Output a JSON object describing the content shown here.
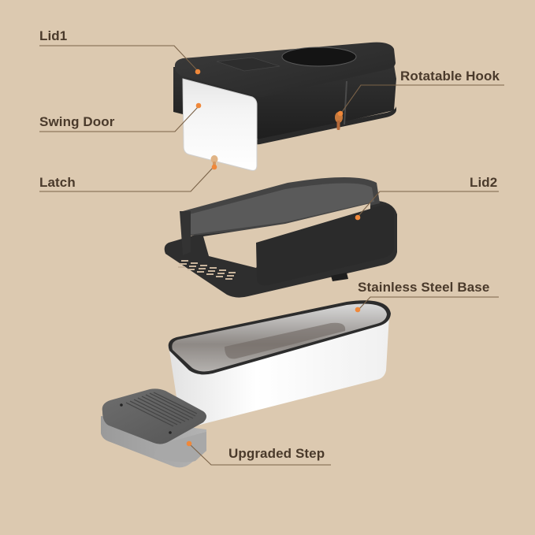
{
  "diagram": {
    "type": "exploded-product-view",
    "background_color": "#dcc9b0",
    "label_color": "#4a3a2b",
    "leader_line_color": "#7a6248",
    "marker_color": "#f0883a",
    "parts": [
      {
        "id": "lid1",
        "label": "Lid1",
        "side": "left"
      },
      {
        "id": "swing-door",
        "label": "Swing Door",
        "side": "left"
      },
      {
        "id": "latch",
        "label": "Latch",
        "side": "left"
      },
      {
        "id": "rotatable-hook",
        "label": "Rotatable Hook",
        "side": "right"
      },
      {
        "id": "lid2",
        "label": "Lid2",
        "side": "right"
      },
      {
        "id": "stainless-steel-base",
        "label": "Stainless Steel Base",
        "side": "right"
      },
      {
        "id": "upgraded-step",
        "label": "Upgraded Step",
        "side": "right"
      }
    ]
  }
}
